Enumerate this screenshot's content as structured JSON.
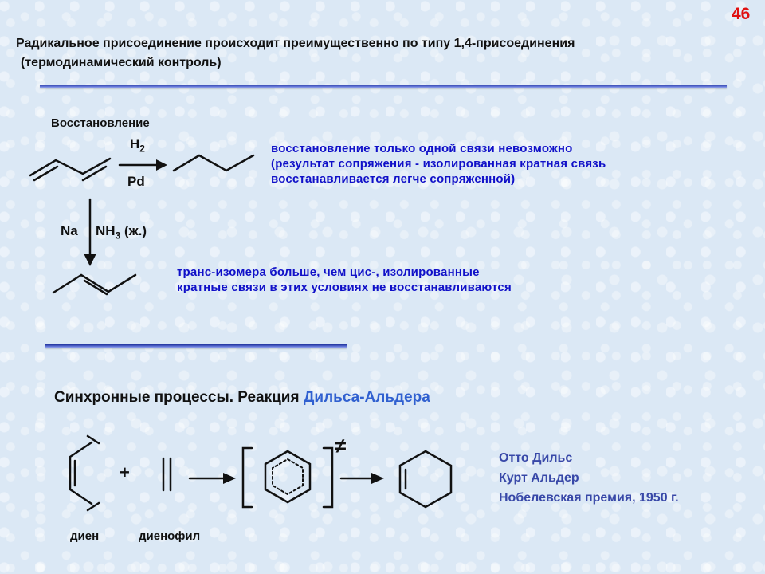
{
  "slide": {
    "page_number": "46",
    "header": {
      "line1": "Радикальное присоединение происходит преимущественно по типу 1,4-присоединения",
      "line2": "(термодинамический контроль)"
    }
  },
  "reduction": {
    "title": "Восстановление",
    "h2_label": {
      "main": "H",
      "sub": "2"
    },
    "pd_label": "Pd",
    "na_label": "Na",
    "nh3_label": {
      "main": "NH",
      "sub": "3",
      "tail": " (ж.)"
    },
    "note_pd": [
      "восстановление только одной связи невозможно",
      "(результат сопряжения - изолированная кратная связь",
      "восстанавливается легче сопряженной)"
    ],
    "note_na": [
      "транс-изомера больше, чем цис-, изолированные",
      "кратные связи в этих условиях не восстанавливаются"
    ]
  },
  "diels_alder": {
    "title_main": "Синхронные процессы. Реакция ",
    "title_highlight": "Дильса-Альдера",
    "plus": "+",
    "ts_symbol": "≠",
    "diene_label": "диен",
    "dienophile_label": "диенофил",
    "credits": [
      "Отто Дильс",
      "Курт Альдер",
      "Нобелевская премия, 1950 г."
    ],
    "highlight_color": "#3060d0"
  },
  "colors": {
    "note_text": "#1010c8",
    "page_number": "#e01010",
    "credits_text": "#3848a8",
    "separator": "#1c2f9a"
  }
}
